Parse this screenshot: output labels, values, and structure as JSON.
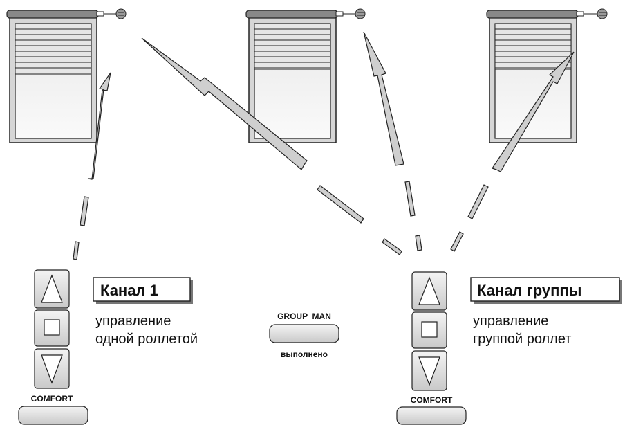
{
  "colors": {
    "stroke": "#222222",
    "window_frame": "#d9d9d9",
    "shutter": "#e4e4e4",
    "glass": "#f2f2f2",
    "signal": "#c8c8c8",
    "button": "#dedede"
  },
  "channel1": {
    "title": "Канал 1",
    "desc_line1": "управление",
    "desc_line2": "одной роллетой",
    "comfort_label": "COMFORT"
  },
  "group_channel": {
    "title": "Канал группы",
    "desc_line1": "управление",
    "desc_line2": "группой роллет",
    "comfort_label": "COMFORT"
  },
  "group_man": {
    "label_top": "GROUP  MAN",
    "label_bottom": "выполнено"
  },
  "icons": [
    "up-triangle-icon",
    "stop-square-icon",
    "down-triangle-icon",
    "motor-icon"
  ]
}
